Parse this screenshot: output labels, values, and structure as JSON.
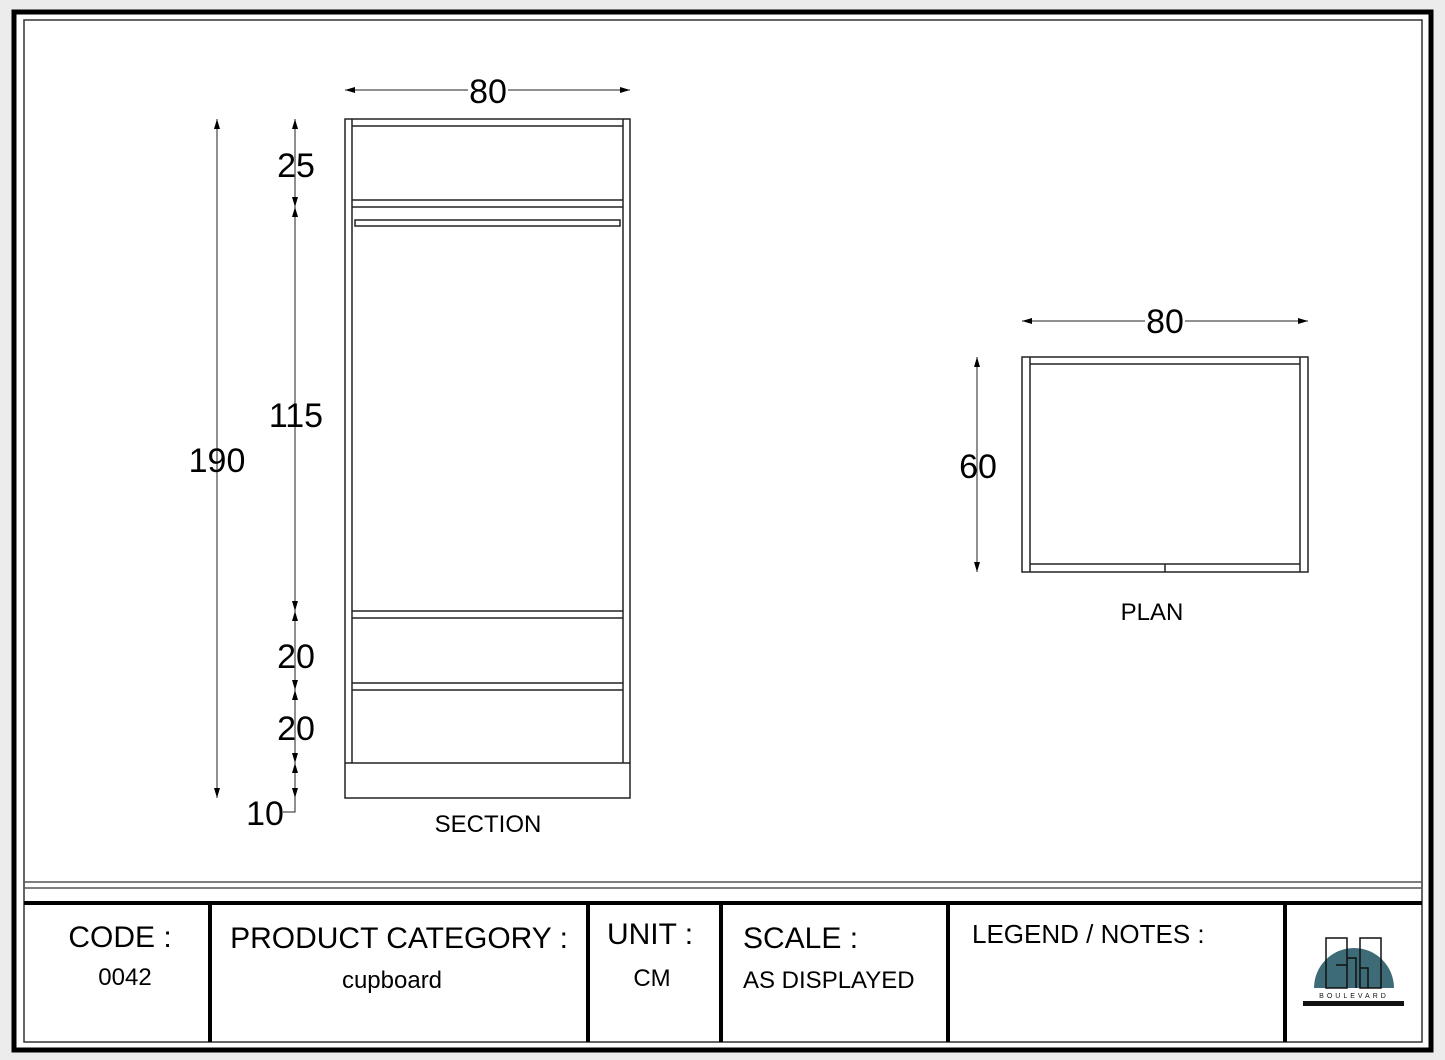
{
  "section": {
    "label": "SECTION",
    "width": "80",
    "total_height": "190",
    "segments": [
      "25",
      "115",
      "20",
      "20",
      "10"
    ]
  },
  "plan": {
    "label": "PLAN",
    "width": "80",
    "depth": "60"
  },
  "title_block": {
    "code_label": "CODE :",
    "code_value": "0042",
    "category_label": "PRODUCT CATEGORY :",
    "category_value": "cupboard",
    "unit_label": "UNIT :",
    "unit_value": "CM",
    "scale_label": "SCALE :",
    "scale_value": "AS DISPLAYED",
    "legend_label": "LEGEND / NOTES :",
    "logo_text": "BOULEVARD",
    "logo_color": "#3d6b78"
  }
}
